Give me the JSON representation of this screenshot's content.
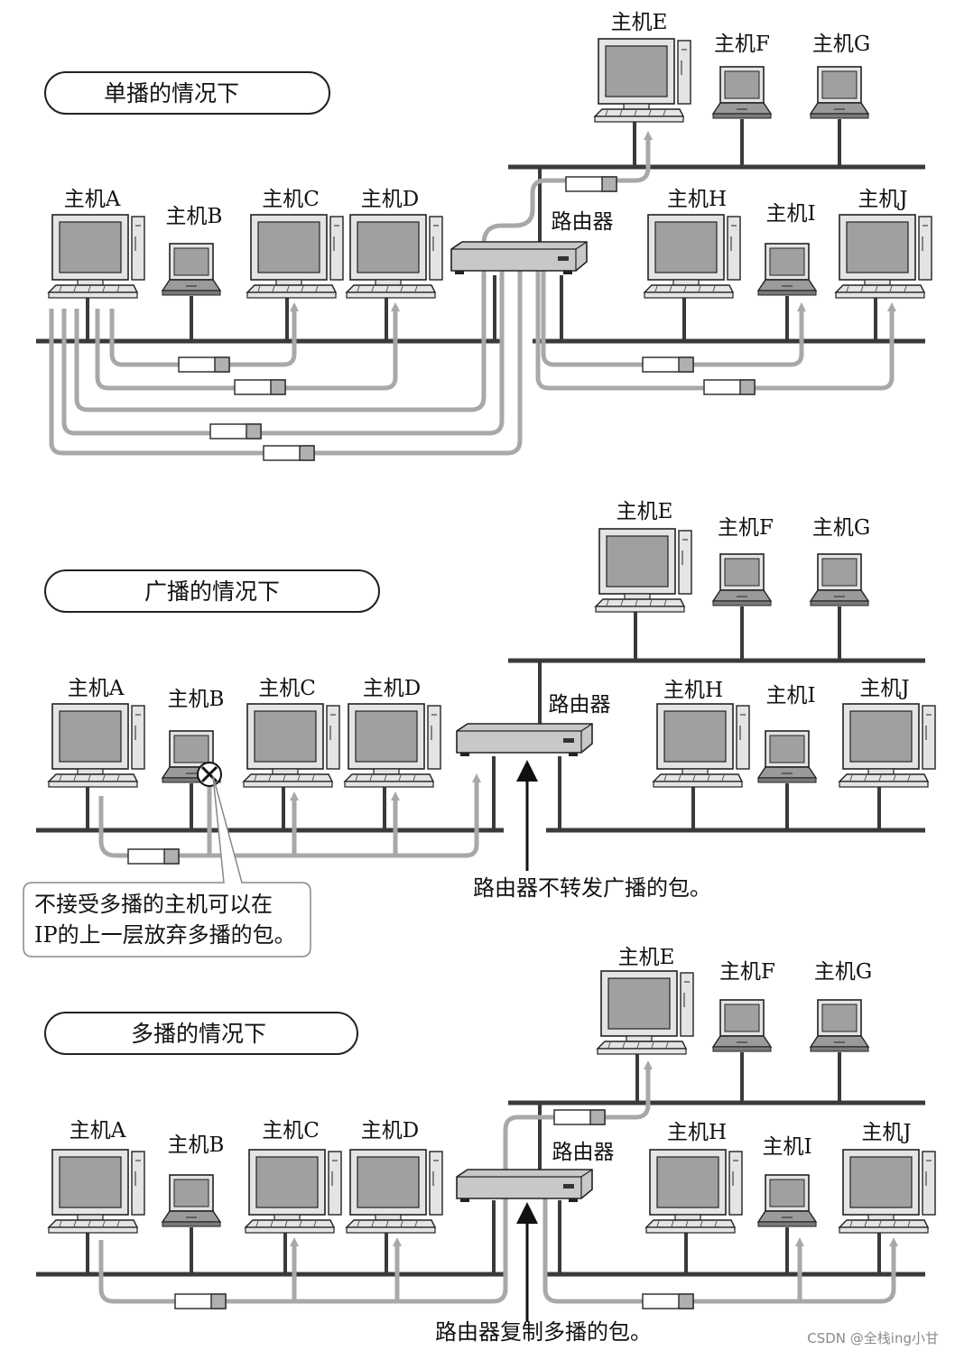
{
  "panels": [
    {
      "id": "unicast",
      "title": "单播的情况下",
      "hosts": {
        "A": "主机A",
        "B": "主机B",
        "C": "主机C",
        "D": "主机D",
        "E": "主机E",
        "F": "主机F",
        "G": "主机G",
        "H": "主机H",
        "I": "主机I",
        "J": "主机J"
      },
      "router": "路由器"
    },
    {
      "id": "broadcast",
      "title": "广播的情况下",
      "hosts": {
        "A": "主机A",
        "B": "主机B",
        "C": "主机C",
        "D": "主机D",
        "E": "主机E",
        "F": "主机F",
        "G": "主机G",
        "H": "主机H",
        "I": "主机I",
        "J": "主机J"
      },
      "router": "路由器",
      "caption": "路由器不转发广播的包。",
      "callout_line1": "不接受多播的主机可以在",
      "callout_line2": "IP的上一层放弃多播的包。"
    },
    {
      "id": "multicast",
      "title": "多播的情况下",
      "hosts": {
        "A": "主机A",
        "B": "主机B",
        "C": "主机C",
        "D": "主机D",
        "E": "主机E",
        "F": "主机F",
        "G": "主机G",
        "H": "主机H",
        "I": "主机I",
        "J": "主机J"
      },
      "router": "路由器",
      "caption": "路由器复制多播的包。"
    }
  ],
  "watermark": "CSDN @全栈ing小甘",
  "colors": {
    "bus": "#3a3a3a",
    "path": "#a8a8a8",
    "screen": "#a0a0a0",
    "body": "#e4e4e4",
    "packet_tail": "#b0b0b0"
  }
}
